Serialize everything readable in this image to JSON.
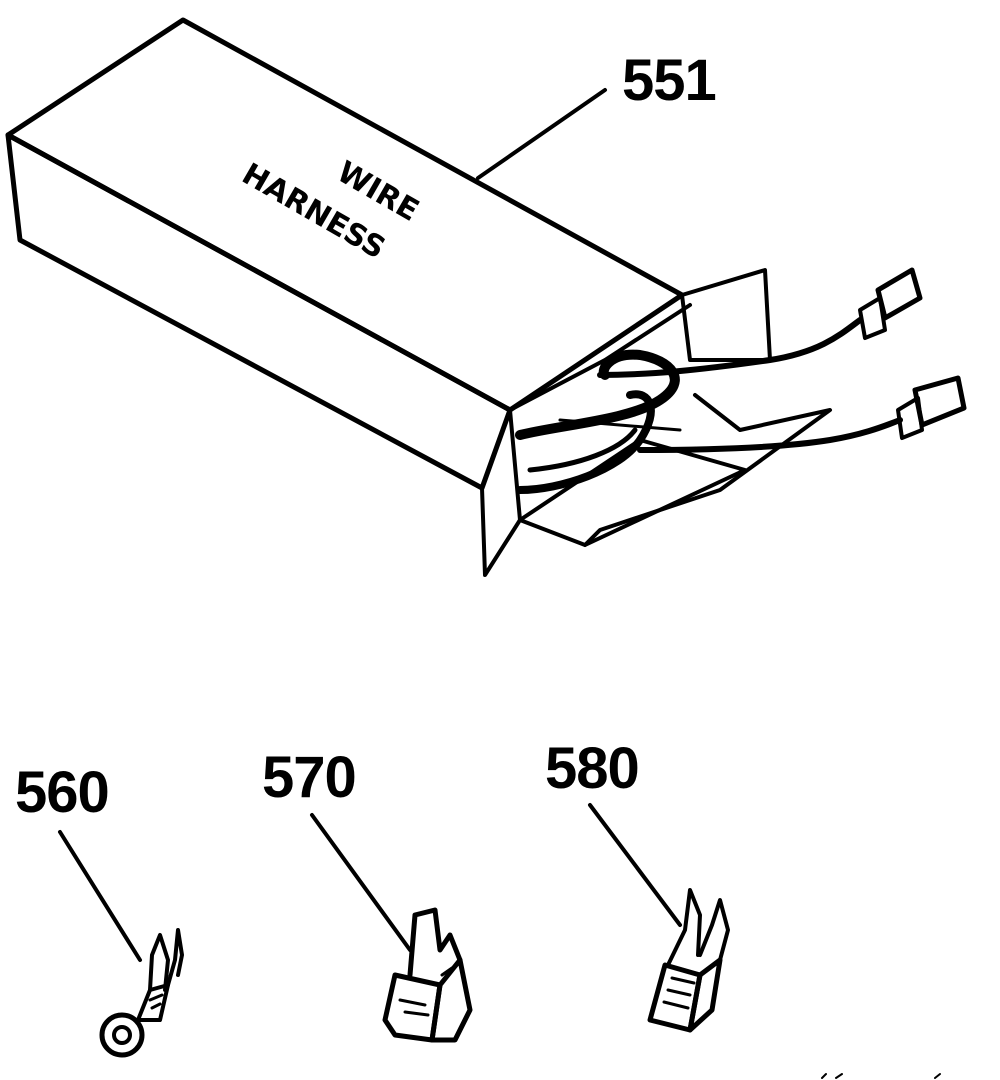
{
  "box_label": {
    "line1": "WIRE",
    "line2": "HARNESS"
  },
  "callouts": [
    {
      "id": "551",
      "label": "551",
      "part": "wire-harness-box"
    },
    {
      "id": "560",
      "label": "560",
      "part": "ring-terminal"
    },
    {
      "id": "570",
      "label": "570",
      "part": "flag-terminal"
    },
    {
      "id": "580",
      "label": "580",
      "part": "spade-terminal"
    }
  ],
  "colors": {
    "ink": "#000000",
    "paper": "#ffffff"
  }
}
